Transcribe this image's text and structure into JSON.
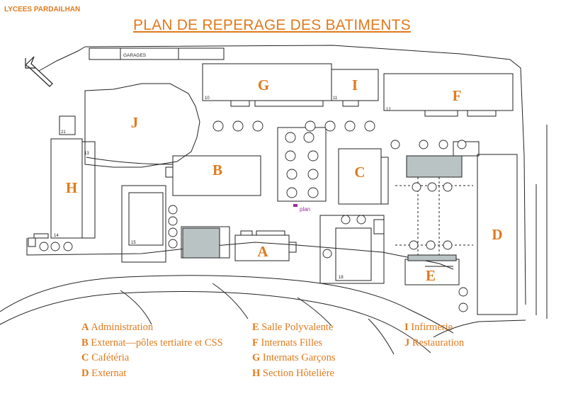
{
  "header": {
    "school": "LYCEES PARDAILHAN",
    "title": "PLAN DE REPERAGE DES BATIMENTS"
  },
  "map": {
    "garage_label": "GARAGES",
    "plan_marker": "plan",
    "building_letters": {
      "A": "A",
      "B": "B",
      "C": "C",
      "D": "D",
      "E": "E",
      "F": "F",
      "G": "G",
      "H": "H",
      "I": "I",
      "J": "J"
    },
    "door_numbers": {
      "n10": "10",
      "n11": "11",
      "n12": "12",
      "n13": "13",
      "n14": "14",
      "n15": "15",
      "n18": "18",
      "n21": "21"
    }
  },
  "legend": {
    "col1": [
      {
        "letter": "A",
        "text": "Administration"
      },
      {
        "letter": "B",
        "text": "Externat—pôles tertiaire et CSS"
      },
      {
        "letter": "C",
        "text": "Cafétéria"
      },
      {
        "letter": "D",
        "text": "Externat"
      }
    ],
    "col2": [
      {
        "letter": "E",
        "text": "Salle Polyvalente"
      },
      {
        "letter": "F",
        "text": "Internats Filles"
      },
      {
        "letter": "G",
        "text": "Internats Garçons"
      },
      {
        "letter": "H",
        "text": "Section Hôtelière"
      }
    ],
    "col3": [
      {
        "letter": "I",
        "text": "Infirmerie"
      },
      {
        "letter": "J",
        "text": "Restauration"
      }
    ]
  },
  "colors": {
    "accent": "#e07a1c",
    "lines": "#222222",
    "court_fill": "#b9c3c3",
    "plan_marker": "#9a2c9a"
  }
}
